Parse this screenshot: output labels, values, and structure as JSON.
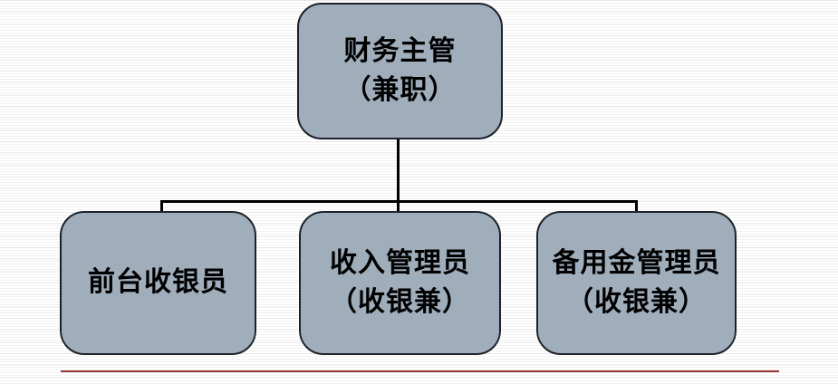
{
  "diagram": {
    "type": "org-chart",
    "root": {
      "id": "finance-supervisor",
      "lines": [
        "财务主管",
        "（兼职）"
      ]
    },
    "children": [
      {
        "id": "front-desk-cashier",
        "lines": [
          "前台收银员"
        ]
      },
      {
        "id": "income-admin",
        "lines": [
          "收入管理员",
          "（收银兼）"
        ]
      },
      {
        "id": "petty-cash-admin",
        "lines": [
          "备用金管理员",
          "（收银兼）"
        ]
      }
    ],
    "colors": {
      "node_fill": "#a0aebc",
      "node_border": "#1c222b",
      "connector": "#000000",
      "accent_line": "#9c3434"
    }
  }
}
